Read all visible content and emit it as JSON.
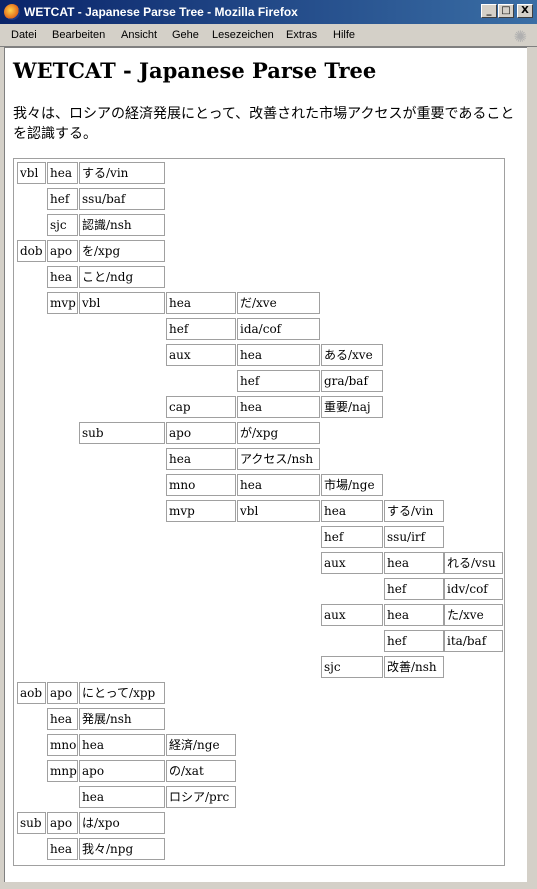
{
  "window": {
    "title": "WETCAT - Japanese Parse Tree - Mozilla Firefox",
    "minimize": "_",
    "maximize": "□",
    "close": "X"
  },
  "menu": [
    "Datei",
    "Bearbeiten",
    "Ansicht",
    "Gehe",
    "Lesezeichen",
    "Extras",
    "Hilfe"
  ],
  "page": {
    "heading": "WETCAT - Japanese Parse Tree",
    "sentence": "我々は、ロシアの経済発展にとって、改善された市場アクセスが重要であることを認識する。"
  },
  "tree": [
    {
      "r": 0,
      "c": 0,
      "t": "vbl"
    },
    {
      "r": 0,
      "c": 1,
      "t": "hea"
    },
    {
      "r": 0,
      "c": 2,
      "t": "する/vin"
    },
    {
      "r": 1,
      "c": 1,
      "t": "hef"
    },
    {
      "r": 1,
      "c": 2,
      "t": "ssu/baf"
    },
    {
      "r": 2,
      "c": 1,
      "t": "sjc"
    },
    {
      "r": 2,
      "c": 2,
      "t": "認識/nsh"
    },
    {
      "r": 3,
      "c": 0,
      "t": "dob"
    },
    {
      "r": 3,
      "c": 1,
      "t": "apo"
    },
    {
      "r": 3,
      "c": 2,
      "t": "を/xpg"
    },
    {
      "r": 4,
      "c": 1,
      "t": "hea"
    },
    {
      "r": 4,
      "c": 2,
      "t": "こと/ndg"
    },
    {
      "r": 5,
      "c": 1,
      "t": "mvp"
    },
    {
      "r": 5,
      "c": 2,
      "t": "vbl"
    },
    {
      "r": 5,
      "c": 3,
      "t": "hea"
    },
    {
      "r": 5,
      "c": 4,
      "t": "だ/xve"
    },
    {
      "r": 6,
      "c": 3,
      "t": "hef"
    },
    {
      "r": 6,
      "c": 4,
      "t": "ida/cof"
    },
    {
      "r": 7,
      "c": 3,
      "t": "aux"
    },
    {
      "r": 7,
      "c": 4,
      "t": "hea"
    },
    {
      "r": 7,
      "c": 5,
      "t": "ある/xve"
    },
    {
      "r": 8,
      "c": 4,
      "t": "hef"
    },
    {
      "r": 8,
      "c": 5,
      "t": "gra/baf"
    },
    {
      "r": 9,
      "c": 3,
      "t": "cap"
    },
    {
      "r": 9,
      "c": 4,
      "t": "hea"
    },
    {
      "r": 9,
      "c": 5,
      "t": "重要/naj"
    },
    {
      "r": 10,
      "c": 2,
      "t": "sub"
    },
    {
      "r": 10,
      "c": 3,
      "t": "apo"
    },
    {
      "r": 10,
      "c": 4,
      "t": "が/xpg"
    },
    {
      "r": 11,
      "c": 3,
      "t": "hea"
    },
    {
      "r": 11,
      "c": 4,
      "t": "アクセス/nsh"
    },
    {
      "r": 12,
      "c": 3,
      "t": "mno"
    },
    {
      "r": 12,
      "c": 4,
      "t": "hea"
    },
    {
      "r": 12,
      "c": 5,
      "t": "市場/nge"
    },
    {
      "r": 13,
      "c": 3,
      "t": "mvp"
    },
    {
      "r": 13,
      "c": 4,
      "t": "vbl"
    },
    {
      "r": 13,
      "c": 5,
      "t": "hea"
    },
    {
      "r": 13,
      "c": 6,
      "t": "する/vin"
    },
    {
      "r": 14,
      "c": 5,
      "t": "hef"
    },
    {
      "r": 14,
      "c": 6,
      "t": "ssu/irf"
    },
    {
      "r": 15,
      "c": 5,
      "t": "aux"
    },
    {
      "r": 15,
      "c": 6,
      "t": "hea"
    },
    {
      "r": 15,
      "c": 7,
      "t": "れる/vsu"
    },
    {
      "r": 16,
      "c": 6,
      "t": "hef"
    },
    {
      "r": 16,
      "c": 7,
      "t": "idv/cof"
    },
    {
      "r": 17,
      "c": 5,
      "t": "aux"
    },
    {
      "r": 17,
      "c": 6,
      "t": "hea"
    },
    {
      "r": 17,
      "c": 7,
      "t": "た/xve"
    },
    {
      "r": 18,
      "c": 6,
      "t": "hef"
    },
    {
      "r": 18,
      "c": 7,
      "t": "ita/baf"
    },
    {
      "r": 19,
      "c": 5,
      "t": "sjc"
    },
    {
      "r": 19,
      "c": 6,
      "t": "改善/nsh"
    },
    {
      "r": 20,
      "c": 0,
      "t": "aob"
    },
    {
      "r": 20,
      "c": 1,
      "t": "apo"
    },
    {
      "r": 20,
      "c": 2,
      "t": "にとって/xpp"
    },
    {
      "r": 21,
      "c": 1,
      "t": "hea"
    },
    {
      "r": 21,
      "c": 2,
      "t": "発展/nsh"
    },
    {
      "r": 22,
      "c": 1,
      "t": "mno"
    },
    {
      "r": 22,
      "c": 2,
      "t": "hea"
    },
    {
      "r": 22,
      "c": 3,
      "t": "経済/nge"
    },
    {
      "r": 23,
      "c": 1,
      "t": "mnp"
    },
    {
      "r": 23,
      "c": 2,
      "t": "apo"
    },
    {
      "r": 23,
      "c": 3,
      "t": "の/xat"
    },
    {
      "r": 24,
      "c": 2,
      "t": "hea"
    },
    {
      "r": 24,
      "c": 3,
      "t": "ロシア/prc"
    },
    {
      "r": 25,
      "c": 0,
      "t": "sub"
    },
    {
      "r": 25,
      "c": 1,
      "t": "apo"
    },
    {
      "r": 25,
      "c": 2,
      "t": "は/xpo"
    },
    {
      "r": 26,
      "c": 1,
      "t": "hea"
    },
    {
      "r": 26,
      "c": 2,
      "t": "我々/npg"
    }
  ]
}
